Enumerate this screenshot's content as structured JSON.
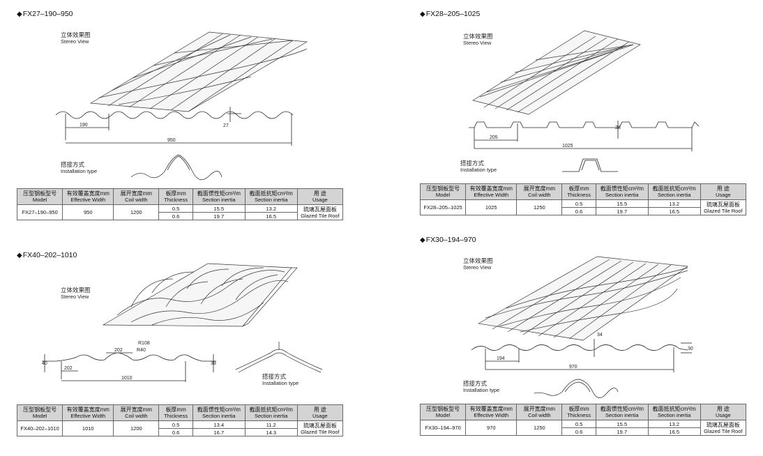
{
  "columns": [
    {
      "zh": "压型钢板型号",
      "en": "Model"
    },
    {
      "zh": "有效覆盖宽度mm",
      "en": "Effective Width"
    },
    {
      "zh": "展开宽度mm",
      "en": "Coil width"
    },
    {
      "zh": "板厚mm",
      "en": "Thickness"
    },
    {
      "zh": "截面惯性矩cm³/m",
      "en": "Section inertia"
    },
    {
      "zh": "截面抵抗矩cm³/m",
      "en": "Section inertia"
    },
    {
      "zh": "用 途",
      "en": "Usage"
    }
  ],
  "stereo_label": {
    "zh": "立体效果图",
    "en": "Stereo View"
  },
  "install_label": {
    "zh": "搭接方式",
    "en": "Installation type"
  },
  "usage": {
    "zh": "琉璃瓦屋面板",
    "en": "Glazed Tile Roof"
  },
  "panels": [
    {
      "title": "FX27–190–950",
      "dims": {
        "pitch": "190",
        "total": "950",
        "height": "27"
      },
      "row": {
        "model": "FX27–190–950",
        "effective": "950",
        "coil": "1200",
        "thickness": [
          "0.5",
          "0.6"
        ],
        "inertia": [
          "15.5",
          "19.7"
        ],
        "resist": [
          "13.2",
          "16.5"
        ]
      }
    },
    {
      "title": "FX28–205–1025",
      "dims": {
        "pitch": "205",
        "total": "1025",
        "height": "28"
      },
      "row": {
        "model": "FX28–205–1025",
        "effective": "1025",
        "coil": "1250",
        "thickness": [
          "0.5",
          "0.6"
        ],
        "inertia": [
          "15.5",
          "19.7"
        ],
        "resist": [
          "13.2",
          "16.5"
        ]
      }
    },
    {
      "title": "FX40–202–1010",
      "dims": {
        "pitch": "202",
        "total": "1010",
        "height": "40",
        "height2": "39",
        "pitch2": "202",
        "r1": "R108",
        "r2": "R40"
      },
      "row": {
        "model": "FX40–202–1010",
        "effective": "1010",
        "coil": "1200",
        "thickness": [
          "0.5",
          "0.6"
        ],
        "inertia": [
          "13.4",
          "16.7"
        ],
        "resist": [
          "11.2",
          "14.3"
        ]
      }
    },
    {
      "title": "FX30–194–970",
      "dims": {
        "pitch": "194",
        "total": "970",
        "height": "30",
        "angle": "34"
      },
      "row": {
        "model": "FX30–194–970",
        "effective": "970",
        "coil": "1250",
        "thickness": [
          "0.5",
          "0.6"
        ],
        "inertia": [
          "15.5",
          "19.7"
        ],
        "resist": [
          "13.2",
          "16.5"
        ]
      }
    }
  ]
}
